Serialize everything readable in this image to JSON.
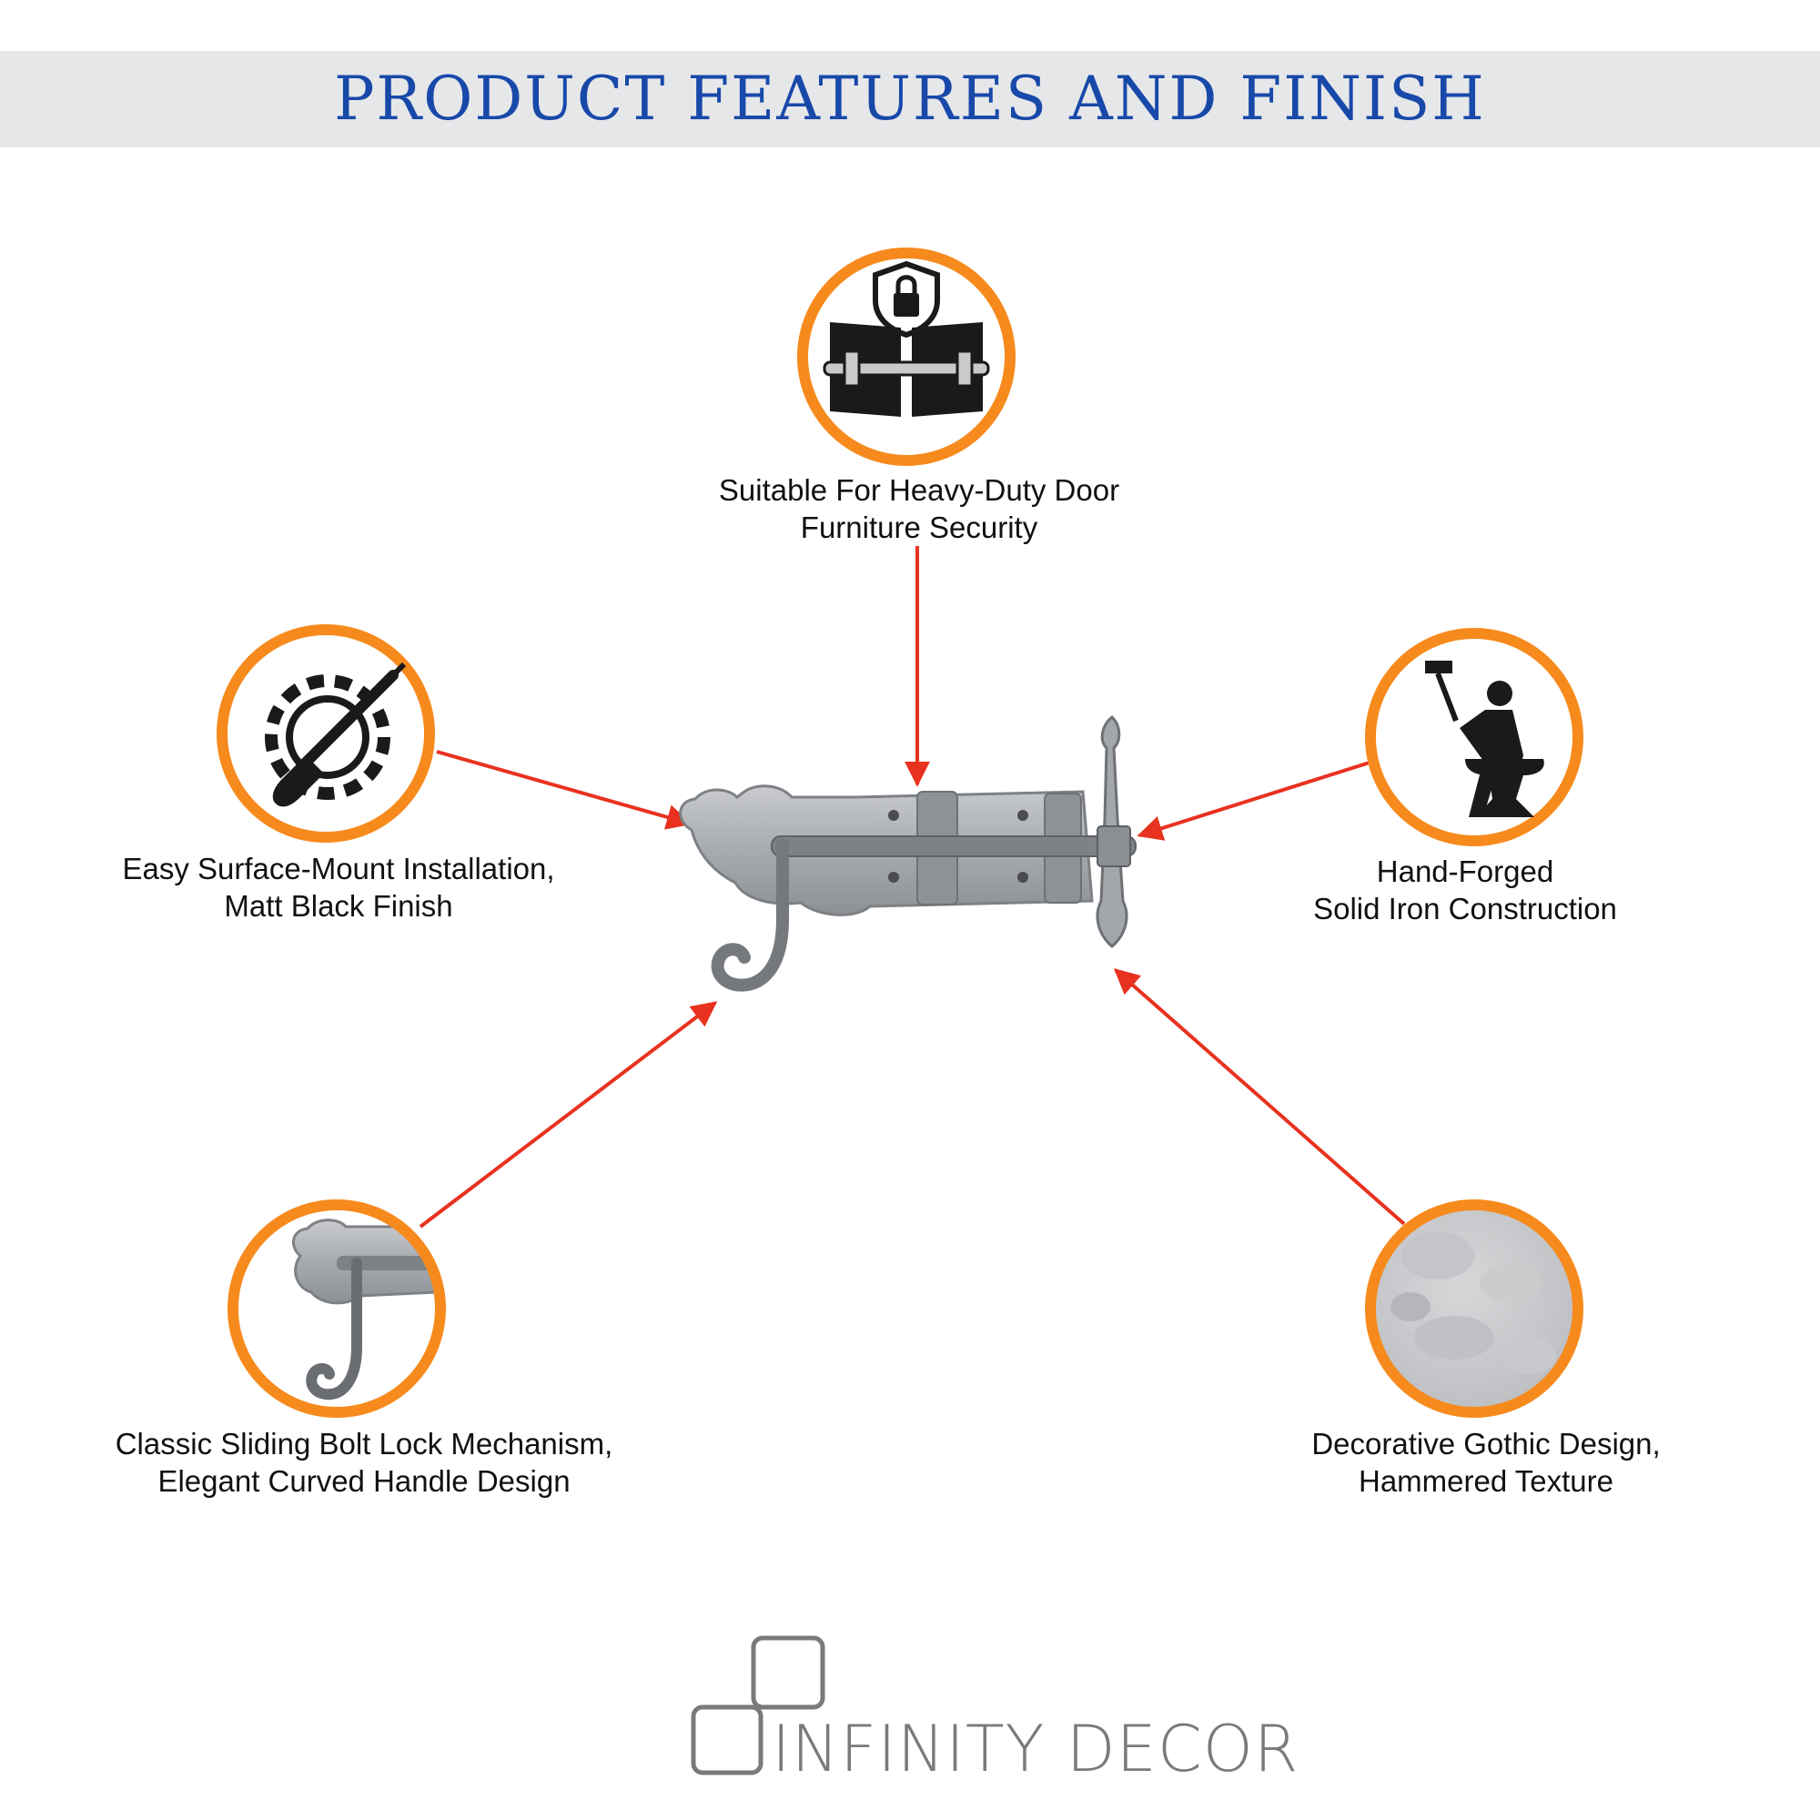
{
  "header": {
    "title": "PRODUCT FEATURES AND FINISH"
  },
  "colors": {
    "accent_ring": "#f78a1d",
    "arrow": "#e8321f",
    "title": "#1849a9",
    "banner_bg": "#e6e7e9",
    "metal": "#9b9ea2",
    "icon": "#1a1a1a"
  },
  "features": [
    {
      "icon": "shield-padlock-door-icon",
      "line1": "Suitable For Heavy-Duty Door",
      "line2": "Furniture Security"
    },
    {
      "icon": "screwdriver-gear-icon",
      "line1": "Easy Surface-Mount Installation,",
      "line2": "Matt Black Finish"
    },
    {
      "icon": "blacksmith-anvil-icon",
      "line1": "Hand-Forged",
      "line2": "Solid Iron Construction"
    },
    {
      "icon": "curved-handle-closeup-icon",
      "line1": "Classic Sliding Bolt Lock Mechanism,",
      "line2": "Elegant Curved Handle Design"
    },
    {
      "icon": "hammered-texture-closeup-icon",
      "line1": "Decorative Gothic Design,",
      "line2": "Hammered Texture"
    }
  ],
  "brand": {
    "name": "INFINITY DECOR"
  }
}
